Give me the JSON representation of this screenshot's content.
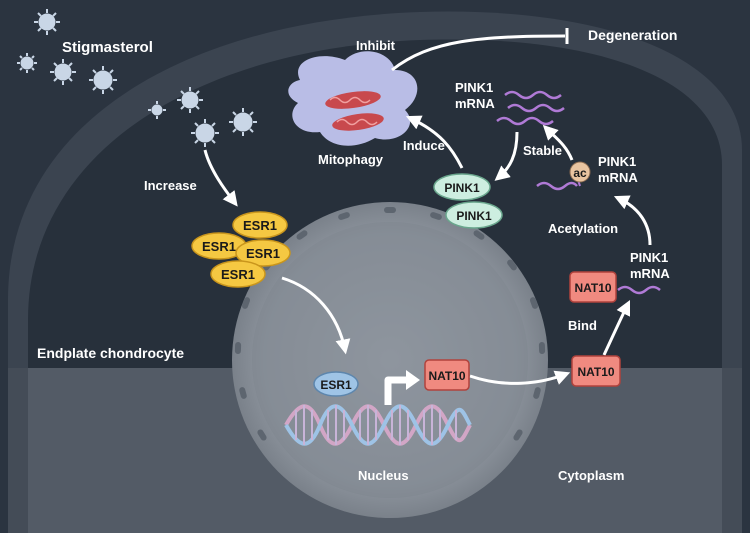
{
  "labels": {
    "stigmasterol": "Stigmasterol",
    "inhibit": "Inhibit",
    "degeneration": "Degeneration",
    "mitophagy": "Mitophagy",
    "induce": "Induce",
    "increase": "Increase",
    "pink1_mrna_top": [
      "PINK1",
      "mRNA"
    ],
    "stable": "Stable",
    "ac": "ac",
    "pink1_mrna_ac": [
      "PINK1",
      "mRNA"
    ],
    "acetylation": "Acetylation",
    "pink1_mrna_bind": [
      "PINK1",
      "mRNA"
    ],
    "bind": "Bind",
    "endplate_chondrocyte": "Endplate chondrocyte",
    "nucleus": "Nucleus",
    "cytoplasm": "Cytoplasm"
  },
  "proteins": {
    "esr1": "ESR1",
    "pink1": "PINK1",
    "nat10": "NAT10"
  },
  "colors": {
    "background": "#2b3440",
    "cell_body": "#3b4450",
    "cell_lower": "#535b66",
    "esr1_fill": "#f5c842",
    "pink1_fill": "#cdeee0",
    "nat10_fill": "#f08a80",
    "esr1_nuclear": "#9fc4e6",
    "mrna": "#b07ad6",
    "mitochondria_body": "#b9bde6"
  }
}
